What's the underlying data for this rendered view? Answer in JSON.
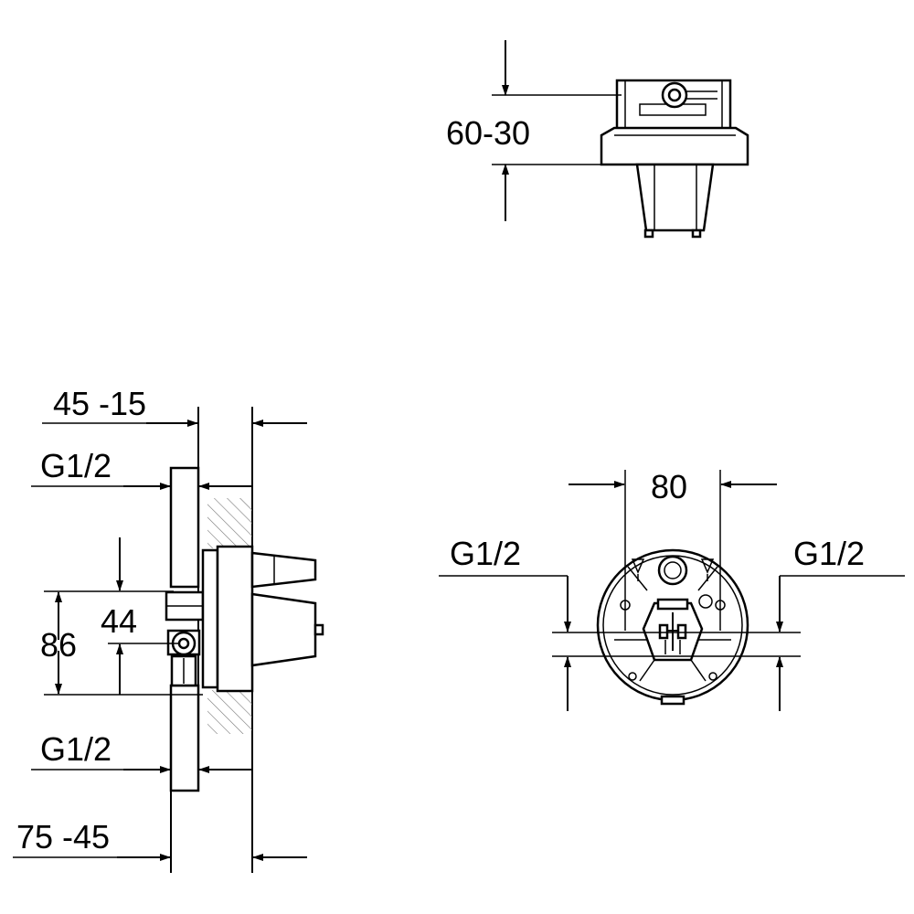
{
  "dimensions": {
    "top_view_depth": "60-30",
    "side_depth_range_1": "45  -15",
    "side_connection_top": "G1/2",
    "side_height_inner": "44",
    "side_height_outer": "86",
    "side_connection_bottom": "G1/2",
    "side_depth_range_2": "75  -45",
    "front_width": "80",
    "front_connection_left": "G1/2",
    "front_connection_right": "G1/2"
  }
}
